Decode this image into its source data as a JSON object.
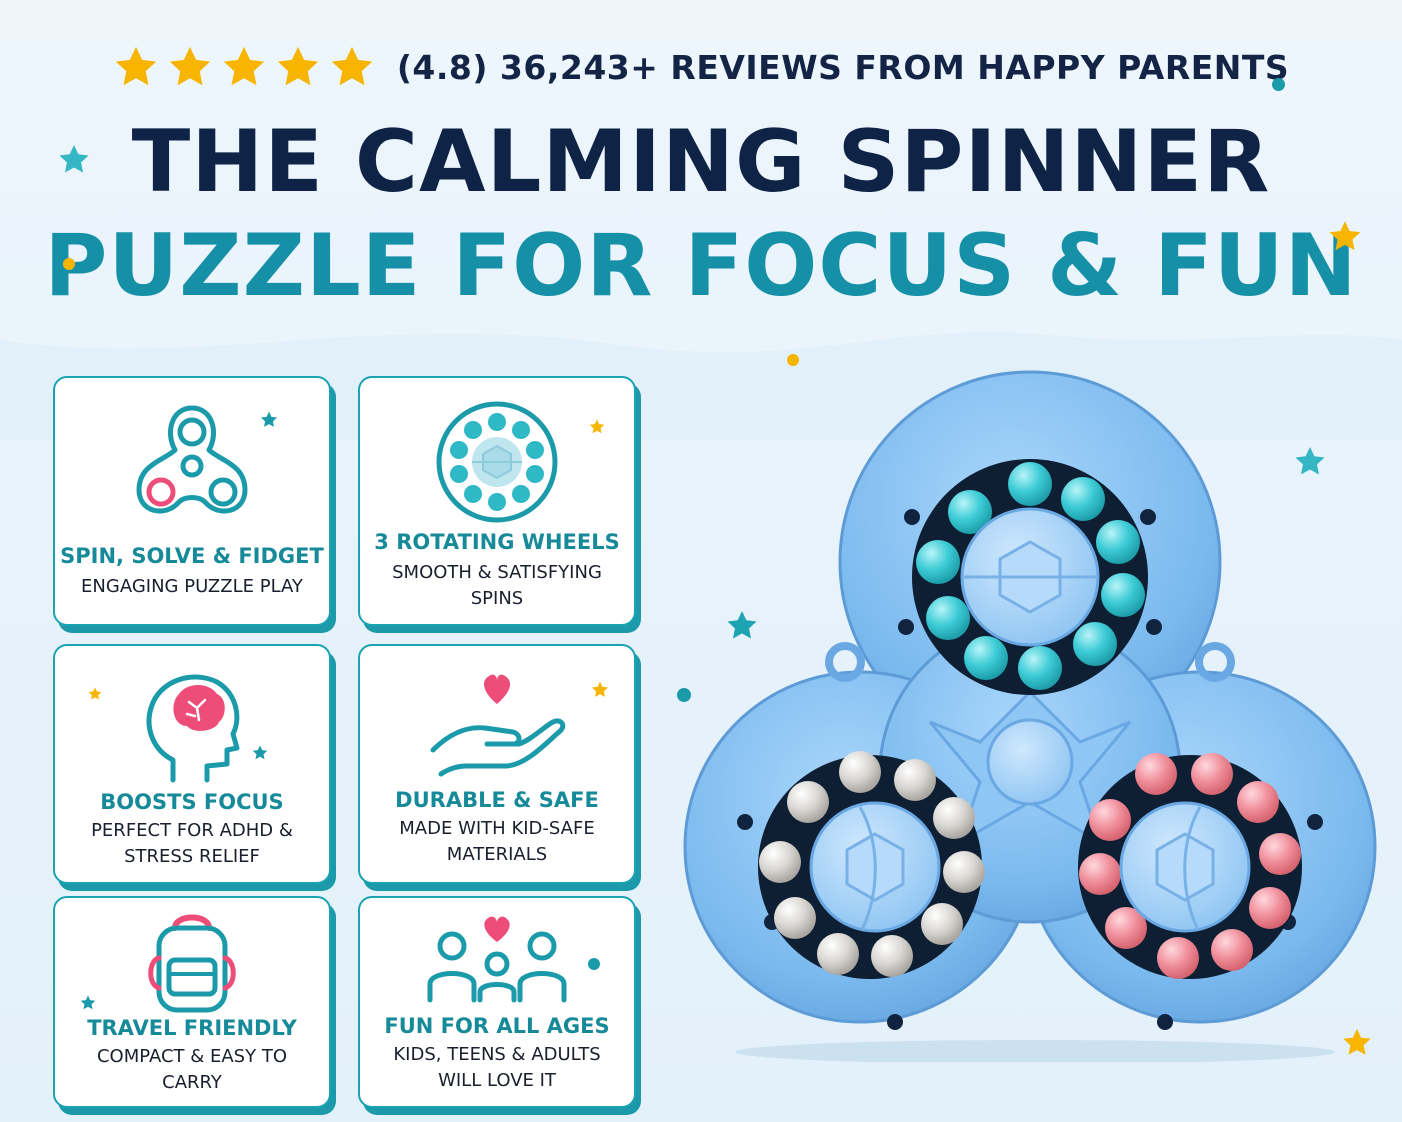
{
  "rating": {
    "stars": 5,
    "text": "(4.8) 36,243+ REVIEWS FROM HAPPY PARENTS"
  },
  "headline": {
    "line1": "THE CALMING SPINNER",
    "line2": "PUZZLE FOR FOCUS & FUN"
  },
  "colors": {
    "navy": "#0f2347",
    "teal": "#1590a6",
    "star_gold": "#f7b500",
    "pink": "#ee4d7a",
    "spinner_blue": "#79b8ee"
  },
  "features": [
    {
      "icon": "fidget-spinner-icon",
      "title": "SPIN, SOLVE & FIDGET",
      "desc": "ENGAGING PUZZLE PLAY"
    },
    {
      "icon": "rotating-wheel-icon",
      "title": "3 ROTATING WHEELS",
      "desc": "SMOOTH & SATISFYING SPINS"
    },
    {
      "icon": "brain-head-icon",
      "title": "BOOSTS FOCUS",
      "desc": "PERFECT FOR ADHD & STRESS RELIEF"
    },
    {
      "icon": "heart-hand-icon",
      "title": "DURABLE & SAFE",
      "desc": "MADE WITH KID-SAFE MATERIALS"
    },
    {
      "icon": "backpack-icon",
      "title": "TRAVEL FRIENDLY",
      "desc": "COMPACT & EASY TO CARRY"
    },
    {
      "icon": "family-heart-icon",
      "title": "FUN FOR ALL AGES",
      "desc": "KIDS, TEENS & ADULTS WILL LOVE IT"
    }
  ],
  "product": {
    "image": "spinner-puzzle-product",
    "wheel_colors": [
      "#3ccbd6",
      "#d9d7d3",
      "#f08f9c"
    ]
  }
}
